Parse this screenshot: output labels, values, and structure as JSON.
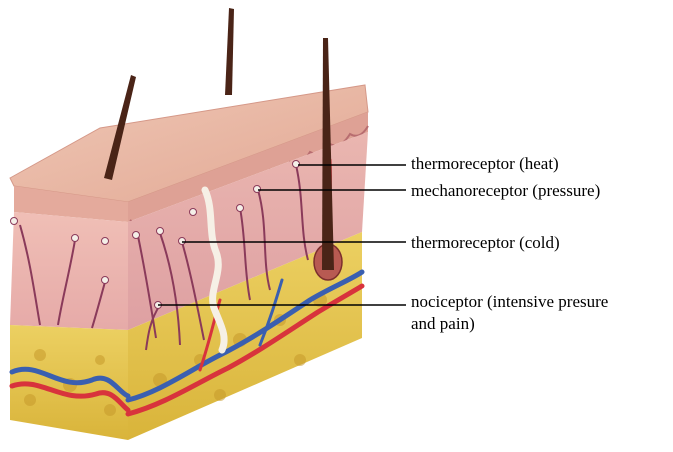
{
  "labels": {
    "thermo_heat": "thermoreceptor (heat)",
    "mechano": "mechanoreceptor (pressure)",
    "thermo_cold": "thermoreceptor (cold)",
    "nociceptor_line1": "nociceptor (intensive presure",
    "nociceptor_line2": "and pain)"
  },
  "colors": {
    "epidermis": "#e8b3a6",
    "dermis": "#ecb7b2",
    "fat": "#e7c24a",
    "hair": "#4a2417",
    "nerve": "#8a3a5a",
    "artery": "#d8333c",
    "vein": "#3a5fb0"
  }
}
